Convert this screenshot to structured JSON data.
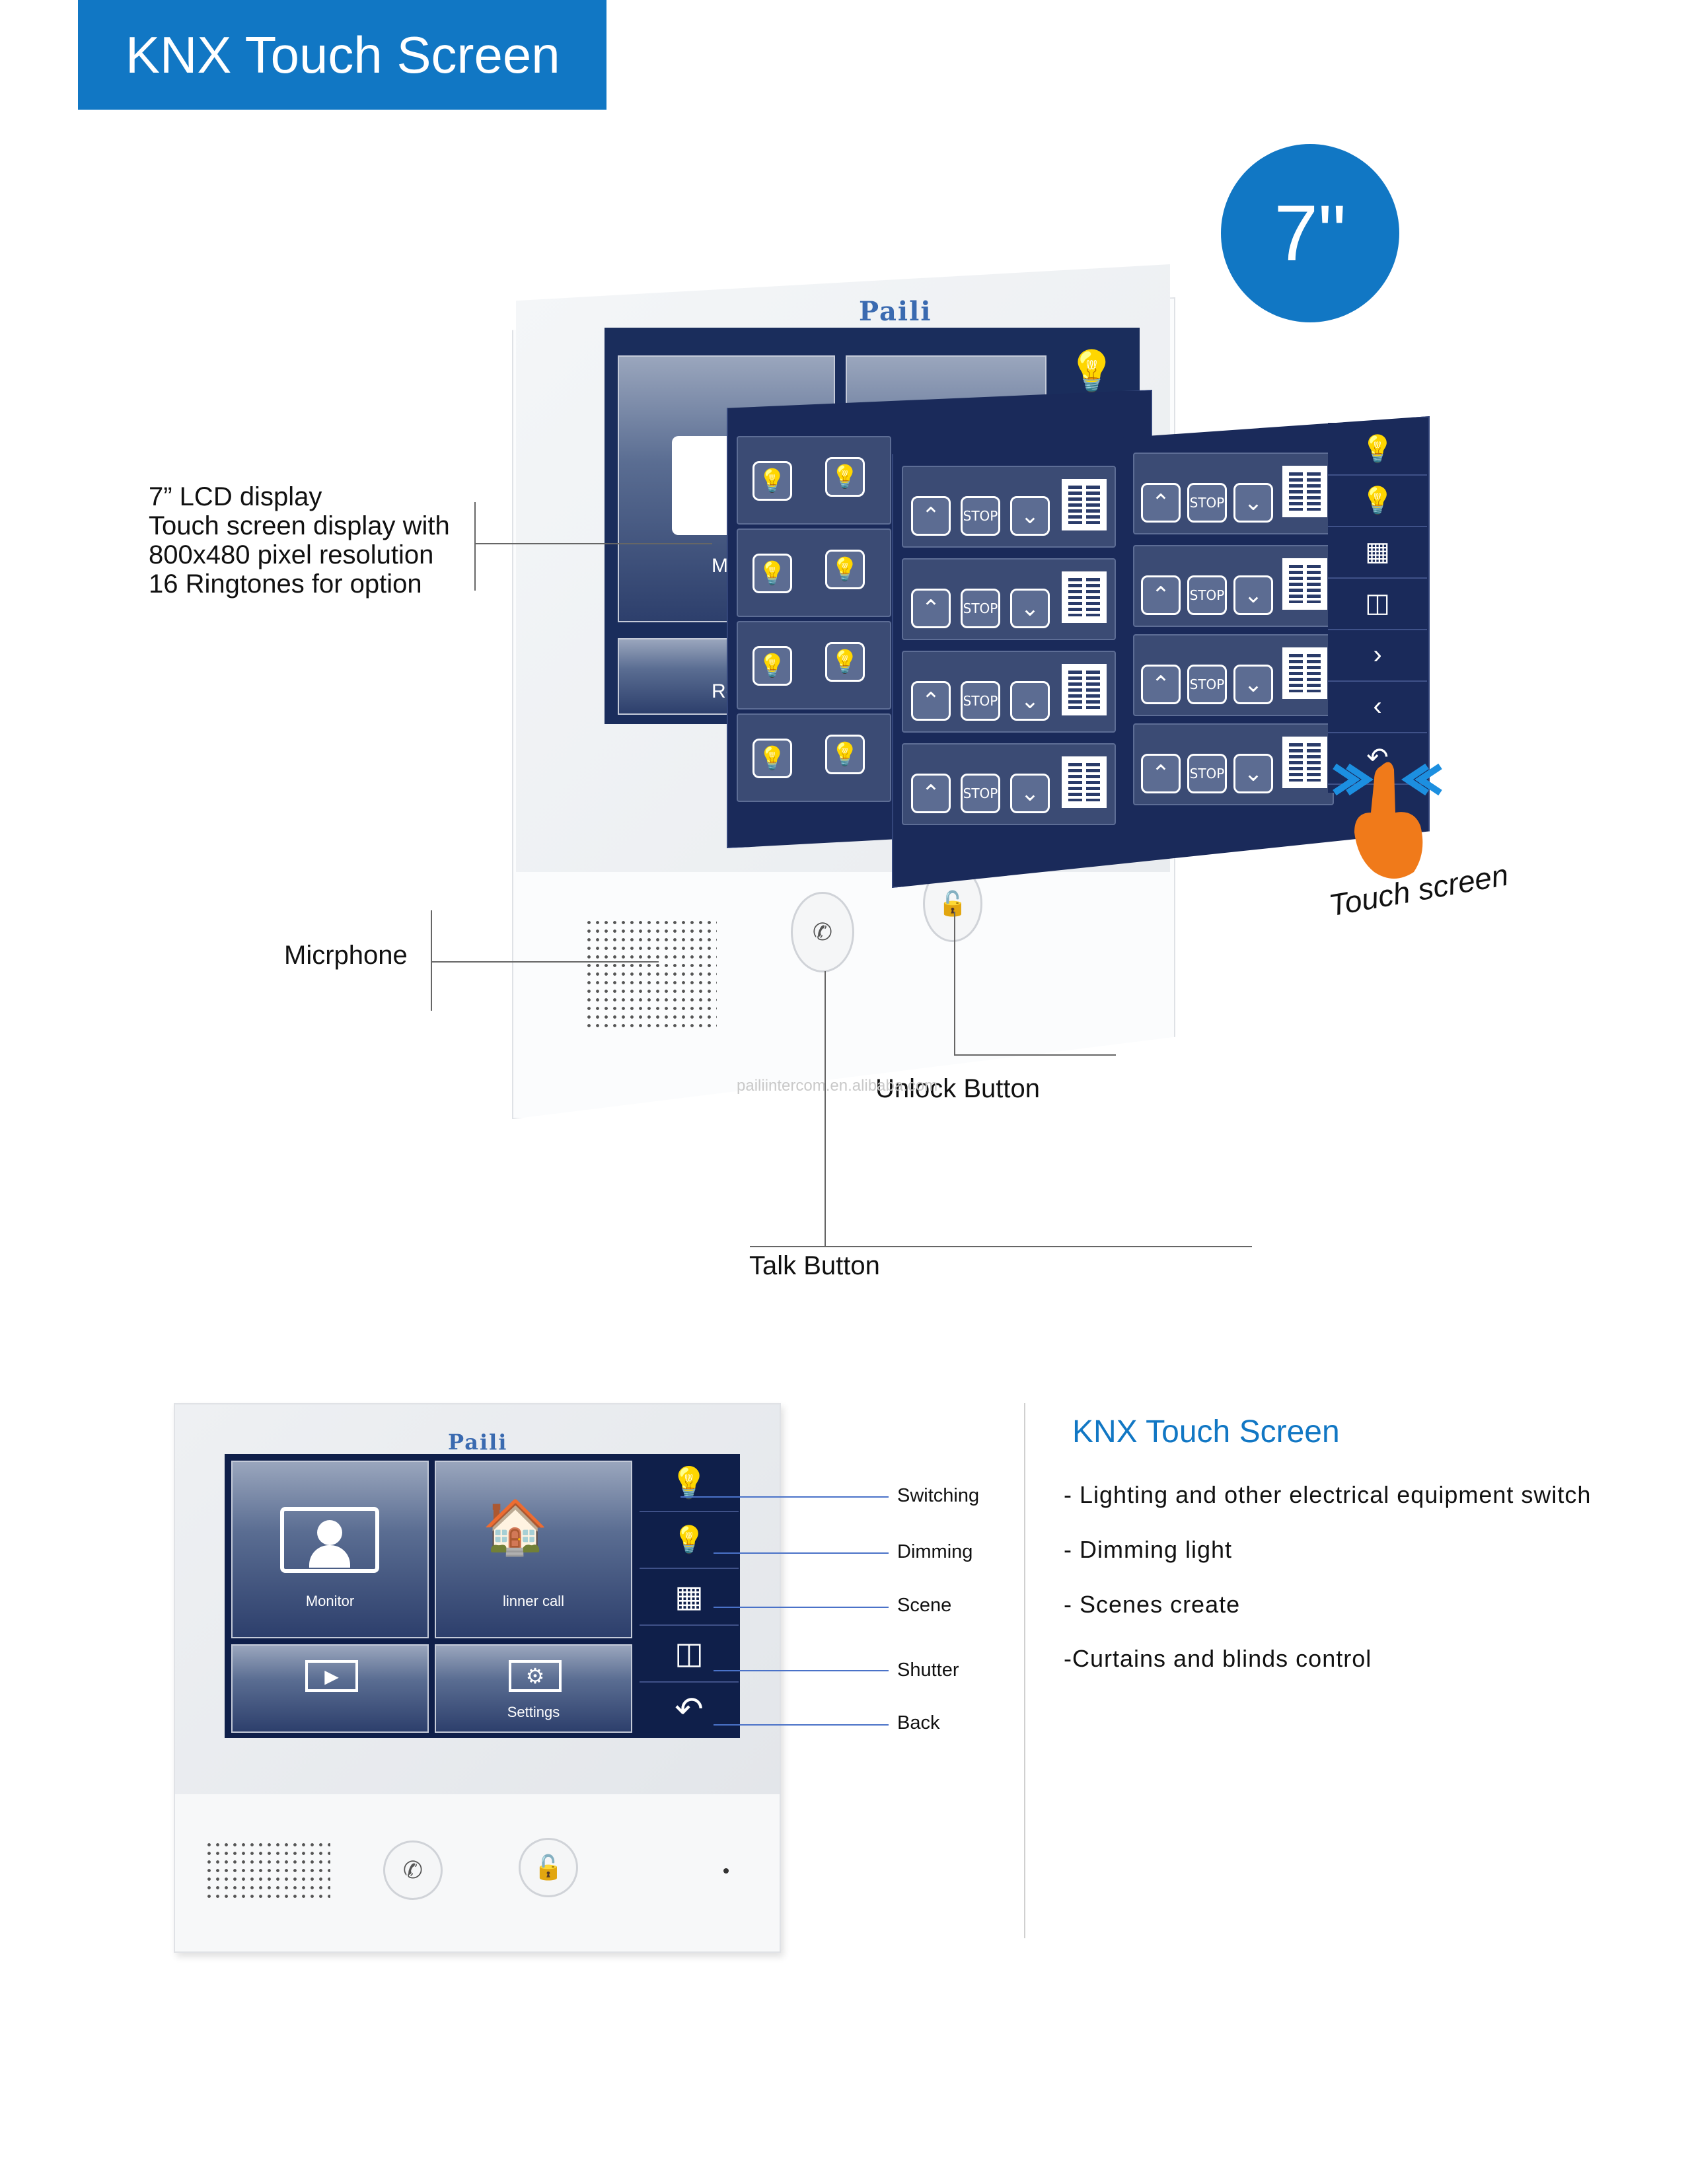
{
  "header": {
    "title": "KNX Touch Screen",
    "brand_color": "#1177c4"
  },
  "size_badge": "7\"",
  "brand_logo": "Paili",
  "watermark": "pailiintercom.en.alibaba.com",
  "top_callouts": {
    "lcd": [
      "7” LCD display",
      "Touch screen display with",
      "800x480 pixel resolution",
      "16 Ringtones for option"
    ],
    "microphone": "Micrphone",
    "unlock": "Unlock Button",
    "talk": "Talk Button",
    "touch": "Touch screen"
  },
  "top_screen": {
    "tile_labels": [
      "Mo",
      "Re"
    ],
    "stop_label": "STOP",
    "side_icons": [
      "bulb-icon",
      "dimmer-icon",
      "scene-icon",
      "shutter-icon",
      "chevron-right-icon",
      "chevron-left-icon",
      "back-icon"
    ]
  },
  "bottom_device": {
    "tiles": [
      {
        "label": "Monitor",
        "icon": "monitor-icon"
      },
      {
        "label": "linner call",
        "icon": "inner-call-icon"
      },
      {
        "label": "",
        "icon": "play-icon"
      },
      {
        "label": "Settings",
        "icon": "settings-icon"
      }
    ],
    "side_labels": [
      "Switching",
      "Dimming",
      "Scene",
      "Shutter",
      "Back"
    ]
  },
  "feature_panel": {
    "title": "KNX Touch Screen",
    "title_color": "#1177c4",
    "items": [
      "- Lighting and other electrical equipment switch",
      "- Dimming light",
      "- Scenes create",
      "-Curtains and blinds control"
    ]
  }
}
